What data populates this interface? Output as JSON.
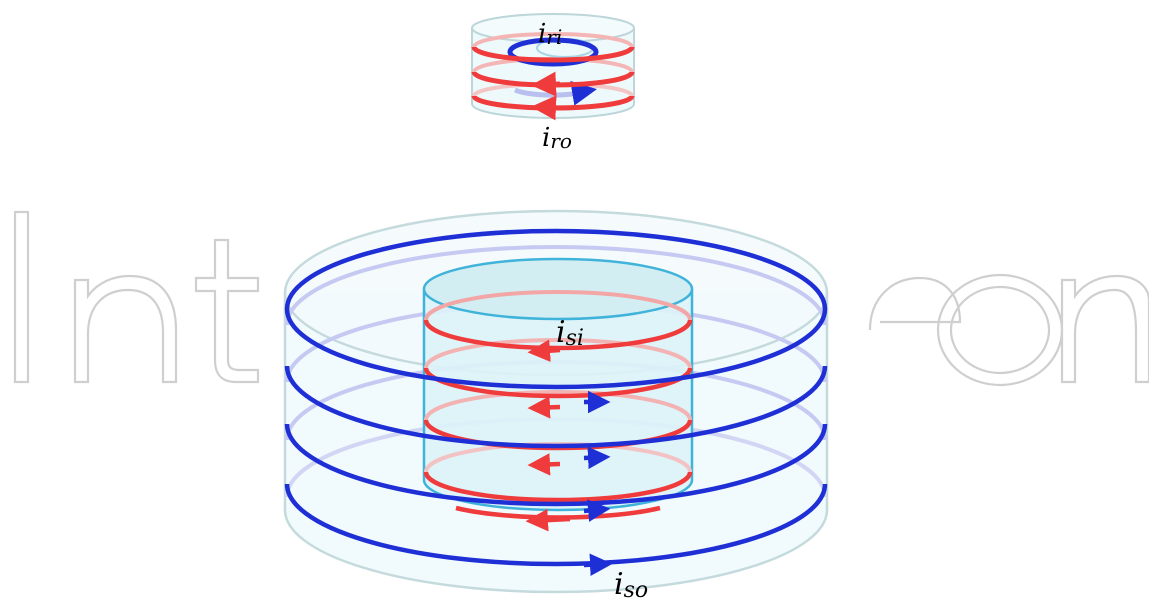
{
  "watermark": {
    "text": "IntechOpen"
  },
  "labels": {
    "rotor_inner": "i",
    "rotor_inner_sub": "ri",
    "rotor_outer": "i",
    "rotor_outer_sub": "ro",
    "stator_inner": "i",
    "stator_inner_sub": "si",
    "stator_outer": "i",
    "stator_outer_sub": "so"
  },
  "colors": {
    "blue": "#1f2fd6",
    "red": "#ef3b3b",
    "cylinder_fill": "#e6f7fb",
    "cylinder_edge": "#b9d6da",
    "inner_edge": "#3fb3d9",
    "watermark": "#c9c9c9"
  }
}
